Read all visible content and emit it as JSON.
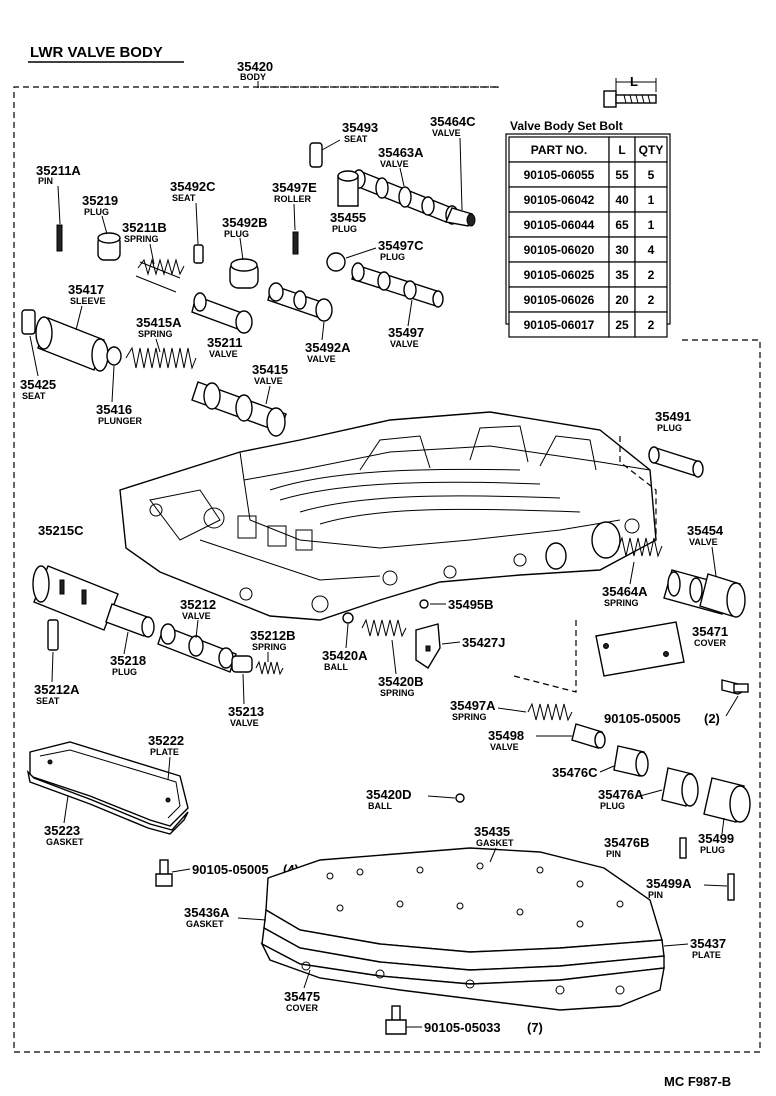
{
  "title": "LWR VALVE BODY",
  "footer_code": "MC  F987-B",
  "body_label": {
    "num": "35420",
    "sub": "BODY"
  },
  "labels": {
    "l35493": {
      "num": "35493",
      "sub": "SEAT"
    },
    "l35464C": {
      "num": "35464C",
      "sub": "VALVE"
    },
    "l35463A": {
      "num": "35463A",
      "sub": "VALVE"
    },
    "l35211A": {
      "num": "35211A",
      "sub": "PIN"
    },
    "l35219": {
      "num": "35219",
      "sub": "PLUG"
    },
    "l35492C": {
      "num": "35492C",
      "sub": "SEAT"
    },
    "l35497E": {
      "num": "35497E",
      "sub": "ROLLER"
    },
    "l35455": {
      "num": "35455",
      "sub": "PLUG"
    },
    "l35211B": {
      "num": "35211B",
      "sub": "SPRING"
    },
    "l35492B": {
      "num": "35492B",
      "sub": "PLUG"
    },
    "l35497C": {
      "num": "35497C",
      "sub": "PLUG"
    },
    "l35417": {
      "num": "35417",
      "sub": "SLEEVE"
    },
    "l35415A": {
      "num": "35415A",
      "sub": "SPRING"
    },
    "l35211": {
      "num": "35211",
      "sub": "VALVE"
    },
    "l35492A": {
      "num": "35492A",
      "sub": "VALVE"
    },
    "l35497": {
      "num": "35497",
      "sub": "VALVE"
    },
    "l35425": {
      "num": "35425",
      "sub": "SEAT"
    },
    "l35415": {
      "num": "35415",
      "sub": "VALVE"
    },
    "l35416": {
      "num": "35416",
      "sub": "PLUNGER"
    },
    "l35491": {
      "num": "35491",
      "sub": "PLUG"
    },
    "l35215C": {
      "num": "35215C",
      "sub": ""
    },
    "l35454": {
      "num": "35454",
      "sub": "VALVE"
    },
    "l35464A": {
      "num": "35464A",
      "sub": "SPRING"
    },
    "l35212": {
      "num": "35212",
      "sub": "VALVE"
    },
    "l35495B": {
      "num": "35495B",
      "sub": ""
    },
    "l35212B": {
      "num": "35212B",
      "sub": "SPRING"
    },
    "l35427J": {
      "num": "35427J",
      "sub": ""
    },
    "l35471": {
      "num": "35471",
      "sub": "COVER"
    },
    "l35218": {
      "num": "35218",
      "sub": "PLUG"
    },
    "l35420A": {
      "num": "35420A",
      "sub": "BALL"
    },
    "l35420B": {
      "num": "35420B",
      "sub": "SPRING"
    },
    "l35212A": {
      "num": "35212A",
      "sub": "SEAT"
    },
    "l35213": {
      "num": "35213",
      "sub": "VALVE"
    },
    "l35497A": {
      "num": "35497A",
      "sub": "SPRING"
    },
    "l90105_05005_2": {
      "num": "90105-05005",
      "sub": "(2)"
    },
    "l35222": {
      "num": "35222",
      "sub": "PLATE"
    },
    "l35498": {
      "num": "35498",
      "sub": "VALVE"
    },
    "l35476C": {
      "num": "35476C",
      "sub": ""
    },
    "l35420D": {
      "num": "35420D",
      "sub": "BALL"
    },
    "l35476A": {
      "num": "35476A",
      "sub": "PLUG"
    },
    "l35223": {
      "num": "35223",
      "sub": "GASKET"
    },
    "l35435": {
      "num": "35435",
      "sub": "GASKET"
    },
    "l35476B": {
      "num": "35476B",
      "sub": "PIN"
    },
    "l35499": {
      "num": "35499",
      "sub": "PLUG"
    },
    "l90105_05005_4": {
      "num": "90105-05005",
      "sub": "(4)"
    },
    "l35499A": {
      "num": "35499A",
      "sub": "PIN"
    },
    "l35436A": {
      "num": "35436A",
      "sub": "GASKET"
    },
    "l35437": {
      "num": "35437",
      "sub": "PLATE"
    },
    "l35475": {
      "num": "35475",
      "sub": "COVER"
    },
    "l90105_05033": {
      "num": "90105-05033",
      "sub": "(7)"
    }
  },
  "bolt_table": {
    "title": "Valve Body Set Bolt",
    "dim_label": "L",
    "headers": [
      "PART NO.",
      "L",
      "QTY"
    ],
    "rows": [
      [
        "90105-06055",
        "55",
        "5"
      ],
      [
        "90105-06042",
        "40",
        "1"
      ],
      [
        "90105-06044",
        "65",
        "1"
      ],
      [
        "90105-06020",
        "30",
        "4"
      ],
      [
        "90105-06025",
        "35",
        "2"
      ],
      [
        "90105-06026",
        "20",
        "2"
      ],
      [
        "90105-06017",
        "25",
        "2"
      ]
    ]
  }
}
